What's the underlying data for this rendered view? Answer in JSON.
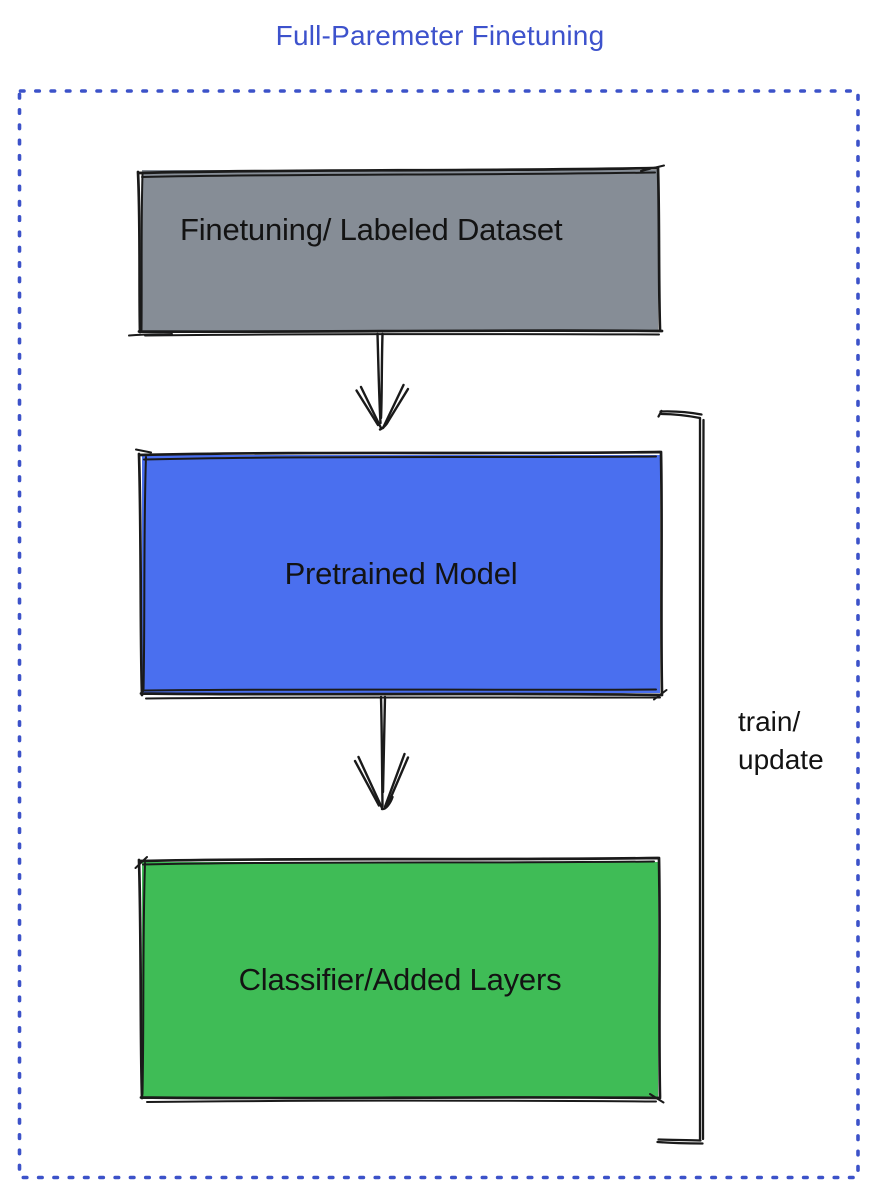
{
  "diagram": {
    "title": {
      "text": "Full-Paremeter Finetuning",
      "color": "#3D52CC"
    },
    "container": {
      "border_color": "#3C52C9",
      "border_style": "dotted"
    },
    "nodes": [
      {
        "id": "finetuning-dataset",
        "label": "Finetuning/ Labeled Dataset",
        "fill": "#868D96"
      },
      {
        "id": "pretrained-model",
        "label": "Pretrained Model",
        "fill": "#4A6FEF"
      },
      {
        "id": "classifier-added-layers",
        "label": "Classifier/Added Layers",
        "fill": "#3FBC56"
      }
    ],
    "edges": [
      {
        "from": "finetuning-dataset",
        "to": "pretrained-model",
        "type": "arrow-down"
      },
      {
        "from": "pretrained-model",
        "to": "classifier-added-layers",
        "type": "arrow-down"
      }
    ],
    "annotation": {
      "line1": "train/",
      "line2": "update",
      "applies_to": "right-bracket"
    },
    "stroke_color": "#1A1A1A"
  }
}
